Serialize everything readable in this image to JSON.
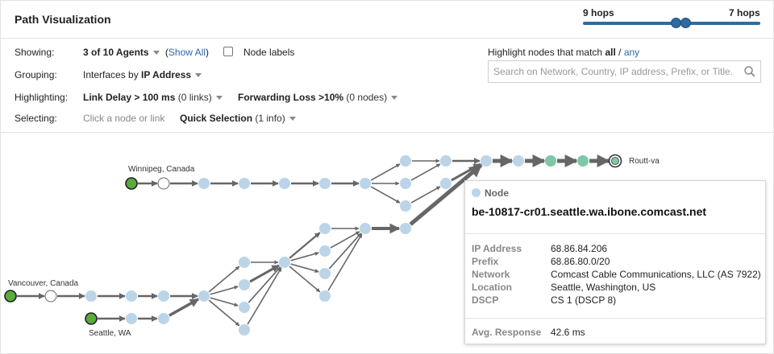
{
  "header": {
    "title": "Path Visualization",
    "hops_min_label": "9 hops",
    "hops_max_label": "7 hops"
  },
  "controls": {
    "showing": {
      "label": "Showing:",
      "value": "3 of 10 Agents",
      "show_all_open": "(",
      "show_all": "Show All",
      "show_all_close": ")",
      "node_labels": "Node labels",
      "node_labels_checked": false
    },
    "grouping": {
      "label": "Grouping:",
      "prefix": "Interfaces by",
      "value": "IP Address"
    },
    "highlighting": {
      "label": "Highlighting:",
      "delay": "Link Delay > 100 ms",
      "delay_count": "(0 links)",
      "loss": "Forwarding Loss >10%",
      "loss_count": "(0 nodes)"
    },
    "selecting": {
      "label": "Selecting:",
      "hint": "Click a node or link",
      "quick": "Quick Selection",
      "quick_count": "(1 info)"
    }
  },
  "highlight": {
    "prefix": "Highlight nodes that match",
    "all": "all",
    "sep": "/",
    "any": "any",
    "search_placeholder": "Search on Network, Country, IP address, Prefix, or Title..."
  },
  "graph": {
    "labels": {
      "winnipeg": "Winnipeg, Canada",
      "vancouver": "Vancouver, Canada",
      "seattle": "Seattle, WA",
      "target": "Routt-va"
    },
    "colors": {
      "agent": "#5aab3a",
      "interface": "#bcd4e7",
      "highlight": "#7fc7a7",
      "edge": "#666666"
    }
  },
  "popup": {
    "type": "Node",
    "hostname": "be-10817-cr01.seattle.wa.ibone.comcast.net",
    "fields": [
      {
        "key": "IP Address",
        "value": "68.86.84.206"
      },
      {
        "key": "Prefix",
        "value": "68.86.80.0/20"
      },
      {
        "key": "Network",
        "value": "Comcast Cable Communications, LLC (AS 7922)"
      },
      {
        "key": "Location",
        "value": "Seattle, Washington, US"
      },
      {
        "key": "DSCP",
        "value": "CS 1 (DSCP 8)"
      }
    ],
    "avg_key": "Avg. Response",
    "avg_value": "42.6 ms"
  }
}
